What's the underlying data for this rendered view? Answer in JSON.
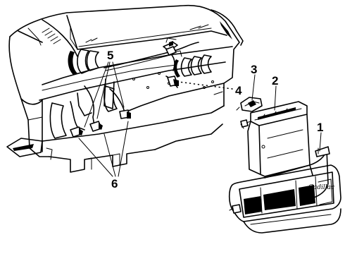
{
  "diagram": {
    "type": "exploded-parts-diagram",
    "callouts": [
      {
        "id": "1",
        "text": "1"
      },
      {
        "id": "2",
        "text": "2"
      },
      {
        "id": "3",
        "text": "3"
      },
      {
        "id": "4",
        "text": "4"
      },
      {
        "id": "5",
        "text": "5"
      },
      {
        "id": "6",
        "text": "6"
      }
    ],
    "lens_emblem_text": "Cadillac"
  }
}
